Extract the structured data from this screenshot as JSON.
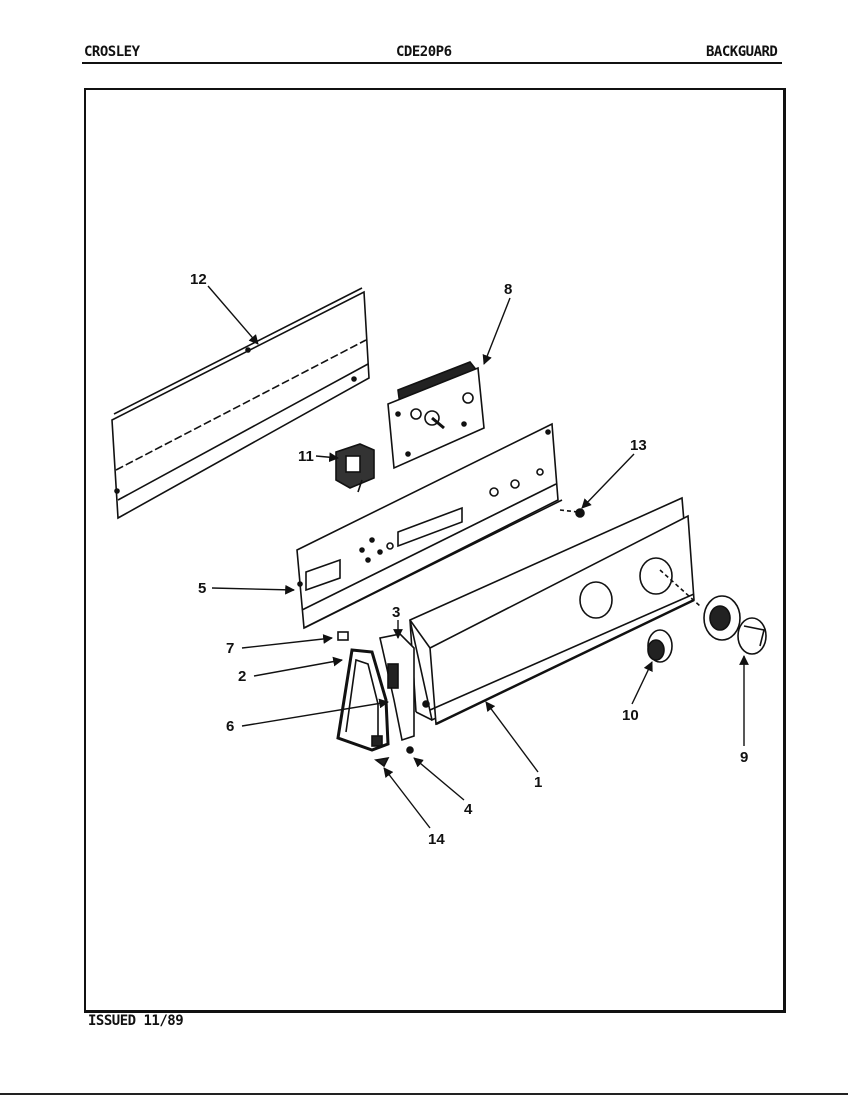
{
  "header": {
    "brand": "CROSLEY",
    "model": "CDE20P6",
    "section": "BACKGUARD"
  },
  "footer": {
    "issued": "ISSUED 11/89"
  },
  "callouts": {
    "c1": "1",
    "c2": "2",
    "c3": "3",
    "c4": "4",
    "c5": "5",
    "c6": "6",
    "c7": "7",
    "c8": "8",
    "c9": "9",
    "c10": "10",
    "c11": "11",
    "c12": "12",
    "c13": "13",
    "c14": "14"
  }
}
